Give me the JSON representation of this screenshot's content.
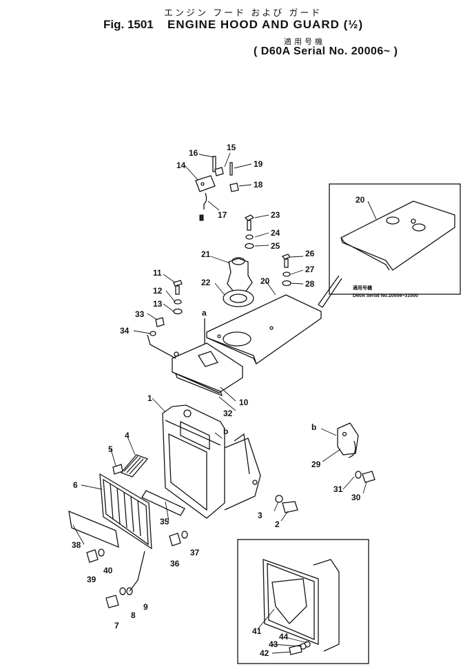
{
  "header": {
    "jp_title": "エンジン フード および ガード",
    "fig_number": "Fig. 1501",
    "title": "ENGINE HOOD AND GUARD (½)",
    "applicability_jp": "適用号機",
    "serial_line": "( D60A Serial No. 20006~ )"
  },
  "inset_top": {
    "part_no": "20",
    "applicability_jp": "適用号機",
    "serial": "D60A Serial No.20006~31000"
  },
  "callouts": [
    "1",
    "2",
    "3",
    "4",
    "5",
    "6",
    "7",
    "8",
    "9",
    "10",
    "11",
    "12",
    "13",
    "14",
    "15",
    "16",
    "17",
    "18",
    "19",
    "20",
    "21",
    "22",
    "23",
    "24",
    "25",
    "26",
    "27",
    "28",
    "29",
    "30",
    "31",
    "32",
    "33",
    "34",
    "35",
    "36",
    "37",
    "38",
    "39",
    "40",
    "41",
    "42",
    "43",
    "44"
  ],
  "ref_labels": {
    "a": "a",
    "b": "b"
  }
}
